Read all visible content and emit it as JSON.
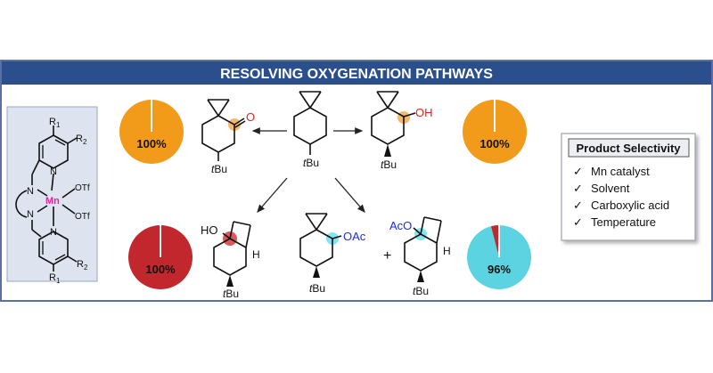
{
  "banner": {
    "title": "RESOLVING OXYGENATION PATHWAYS"
  },
  "catalyst": {
    "r1_top": "R",
    "r1_top_sub": "1",
    "r2_top": "R",
    "r2_top_sub": "2",
    "n_labels": [
      "N",
      "N",
      "N",
      "N"
    ],
    "metal": "Mn",
    "otf_top": "OTf",
    "otf_bottom": "OTf",
    "r2_bottom": "R",
    "r2_bottom_sub": "2",
    "r1_bottom": "R",
    "r1_bottom_sub": "1"
  },
  "molecules": {
    "ketone_sub": "O",
    "ketone_tbu_t": "t",
    "ketone_tbu_b": "Bu",
    "start_tbu_t": "t",
    "start_tbu_b": "Bu",
    "alcohol_sub": "OH",
    "alcohol_tbu_t": "t",
    "alcohol_tbu_b": "Bu",
    "rearr_oh": "HO",
    "rearr_h": "H",
    "rearr_tbu_t": "t",
    "rearr_tbu_b": "Bu",
    "oac_sub": "OAc",
    "oac_tbu_t": "t",
    "oac_tbu_b": "Bu",
    "plus": "+",
    "aco_sub": "AcO",
    "aco_h": "H",
    "aco_tbu_t": "t",
    "aco_tbu_b": "Bu"
  },
  "pies": [
    {
      "id": "ketone",
      "value": 1.0,
      "label": "100%",
      "color": "#F29A1A"
    },
    {
      "id": "alcohol",
      "value": 1.0,
      "label": "100%",
      "color": "#F29A1A"
    },
    {
      "id": "rearranged",
      "value": 1.0,
      "label": "100%",
      "color": "#C1272D"
    },
    {
      "id": "acetates",
      "value": 0.96,
      "label": "96%",
      "color": "#5CD3E0",
      "minor_color": "#C1272D"
    }
  ],
  "selectivity": {
    "title": "Product Selectivity",
    "check": "✓",
    "items": [
      "Mn catalyst",
      "Solvent",
      "Carboxylic acid",
      "Temperature"
    ]
  },
  "colors": {
    "banner": "#2B4E8C",
    "frame": "#5B6FA3",
    "catalyst_panel": "#DDE3EF",
    "metal": "#E0279B",
    "highlight_orange": "#F2A23A",
    "highlight_red": "#D03030",
    "highlight_cyan": "#6FE0EE",
    "oxygen_red": "#E0261B",
    "oxygen_blue": "#1C2FD6"
  }
}
